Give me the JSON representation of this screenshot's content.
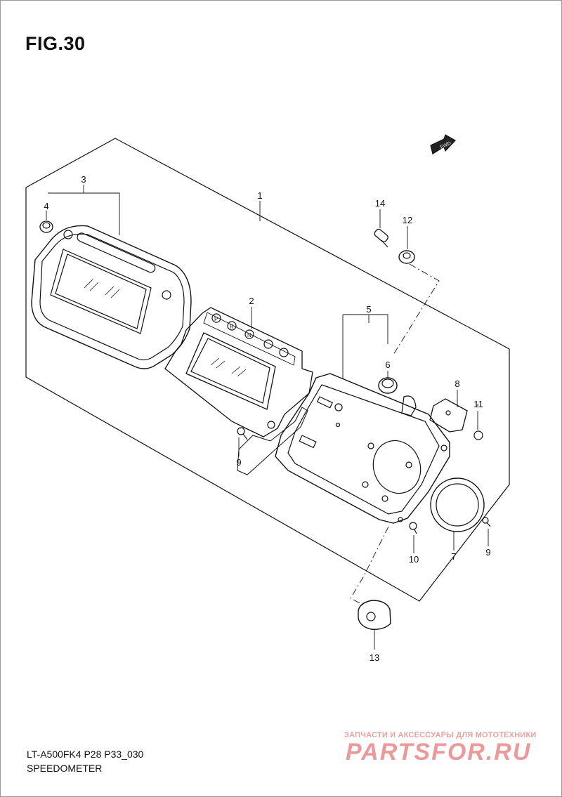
{
  "figure": {
    "title": "FIG.30"
  },
  "footer": {
    "model_code": "LT-A500FK4 P28 P33_030",
    "part_name": "SPEEDOMETER"
  },
  "direction_arrow": {
    "label": "FWD"
  },
  "callouts": [
    {
      "id": "1",
      "label": "1"
    },
    {
      "id": "2",
      "label": "2"
    },
    {
      "id": "3",
      "label": "3"
    },
    {
      "id": "4",
      "label": "4"
    },
    {
      "id": "5",
      "label": "5"
    },
    {
      "id": "6",
      "label": "6"
    },
    {
      "id": "7",
      "label": "7"
    },
    {
      "id": "8",
      "label": "8"
    },
    {
      "id": "9a",
      "label": "9"
    },
    {
      "id": "9b",
      "label": "9"
    },
    {
      "id": "10",
      "label": "10"
    },
    {
      "id": "11",
      "label": "11"
    },
    {
      "id": "12",
      "label": "12"
    },
    {
      "id": "13",
      "label": "13"
    },
    {
      "id": "14",
      "label": "14"
    }
  ],
  "indicator_letters": [
    "P",
    "R",
    "N",
    "",
    "",
    ""
  ],
  "watermark": {
    "caption": "ЗАПЧАСТИ И АКСЕССУАРЫ ДЛЯ МОТОТЕХНИКИ",
    "logo": "PARTSFOR.RU"
  }
}
